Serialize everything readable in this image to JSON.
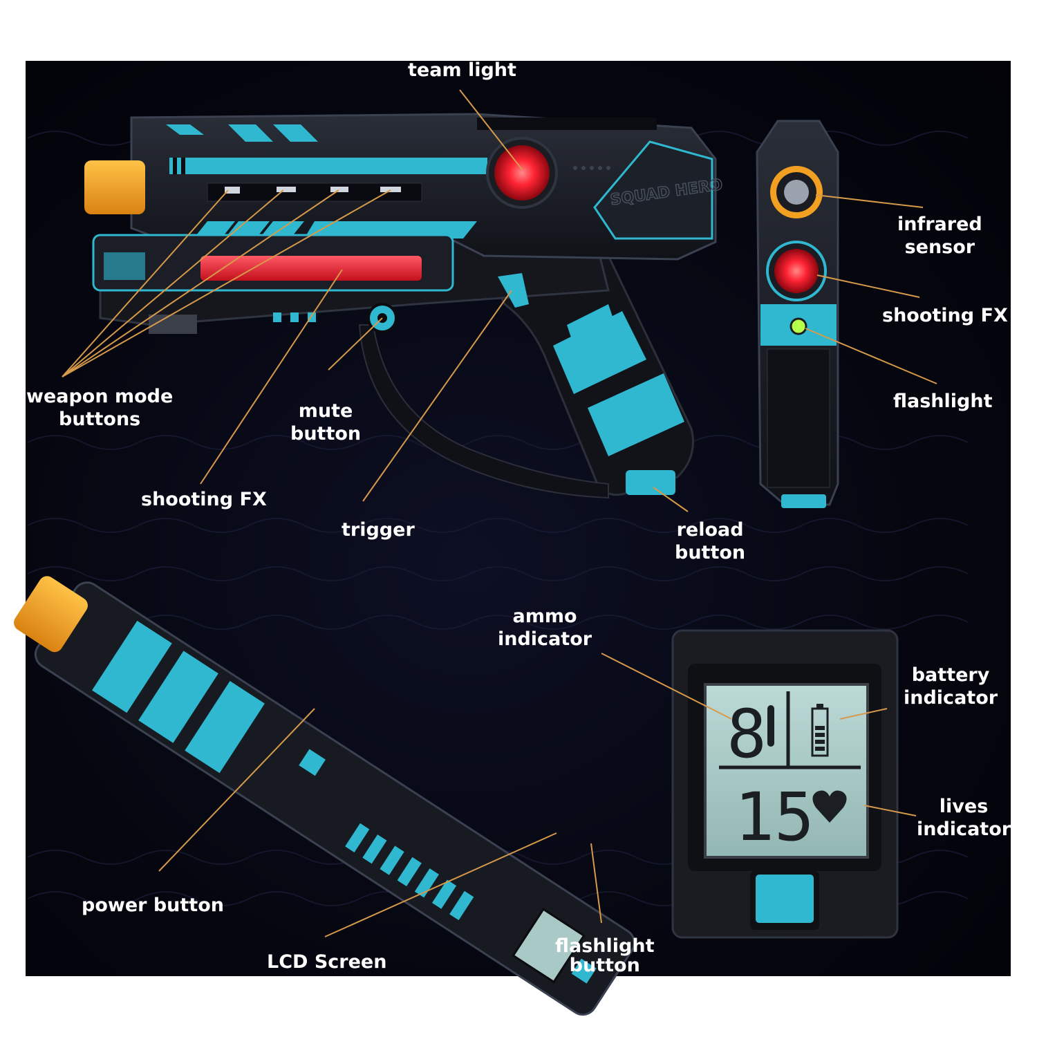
{
  "figure": {
    "logo_text": "SQUAD HERO",
    "colors": {
      "background": "#05060f",
      "accent": "#2fb8d0",
      "body": "#15171d",
      "glow_red": "#ff2433",
      "orange_tip": "#f2a021",
      "leader_line": "#d79a4a",
      "label_text": "#ffffff",
      "lcd_screen": "#a9c9c6"
    },
    "lcd": {
      "ammo": "8",
      "lives": "15",
      "icons": [
        "bullet-icon",
        "battery-icon",
        "heart-icon"
      ]
    }
  },
  "labels": {
    "team_light": "team light",
    "infrared_sensor": [
      "infrared",
      "sensor"
    ],
    "shooting_fx_side": "shooting FX",
    "flashlight": "flashlight",
    "weapon_mode_buttons": [
      "weapon mode",
      "buttons"
    ],
    "mute_button": [
      "mute",
      "button"
    ],
    "shooting_fx": "shooting FX",
    "trigger": "trigger",
    "reload_button": [
      "reload",
      "button"
    ],
    "ammo_indicator": [
      "ammo",
      "indicator"
    ],
    "battery_indicator": [
      "battery",
      "indicator"
    ],
    "lives_indicator": [
      "lives",
      "indicator"
    ],
    "power_button": "power button",
    "lcd_screen": "LCD Screen",
    "flashlight_button": [
      "flashlight",
      "button"
    ]
  }
}
